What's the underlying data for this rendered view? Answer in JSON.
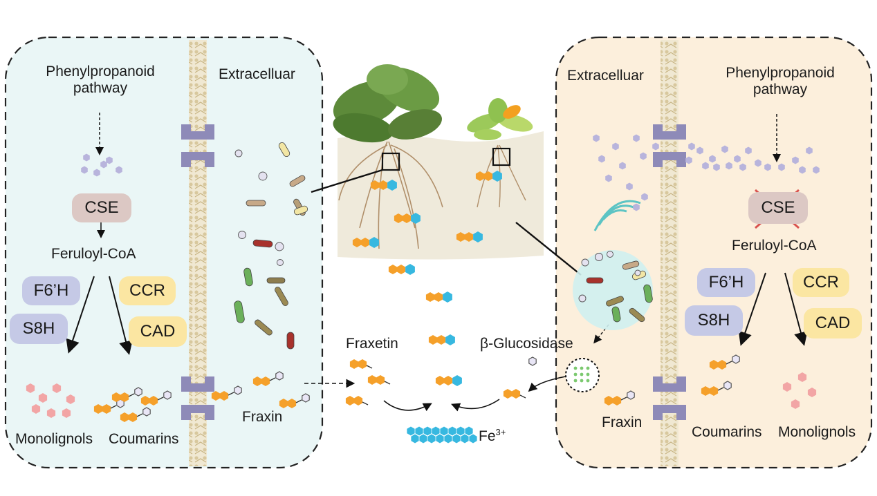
{
  "left_panel": {
    "pathway": [
      "Phenylpropanoid",
      "pathway"
    ],
    "extracellular": "Extracelluar",
    "cse": "CSE",
    "feruloyl": "Feruloyl-CoA",
    "enzymes": [
      "F6’H",
      "S8H",
      "CCR",
      "CAD"
    ],
    "monolignols": "Monolignols",
    "coumarins": "Coumarins",
    "fraxin": "Fraxin"
  },
  "center": {
    "fraxetin": "Fraxetin",
    "glucosidase": "β-Glucosidase",
    "fe": "Fe",
    "fe_charge": "3+"
  },
  "right_panel": {
    "extracellular": "Extracelluar",
    "pathway": [
      "Phenylpropanoid",
      "pathway"
    ],
    "cse": "CSE",
    "feruloyl": "Feruloyl-CoA",
    "enzymes": [
      "F6’H",
      "S8H",
      "CCR",
      "CAD"
    ],
    "coumarins": "Coumarins",
    "monolignols": "Monolignols",
    "fraxin": "Fraxin"
  },
  "colors": {
    "left_bg": "#eaf6f6",
    "right_bg": "#fcefdc",
    "membrane": "#e6dcc2",
    "channel": "#8e8ab8",
    "orange": "#f5a02a",
    "cyan": "#37b8e0",
    "hex_lilac": "#b8b4dc",
    "hex_pink": "#f2a5a5",
    "f6h_s8h": "#c5c9e6",
    "ccr_cad": "#fbe6a2",
    "cse": "#dcc8c4",
    "soil": "#efeadb"
  }
}
